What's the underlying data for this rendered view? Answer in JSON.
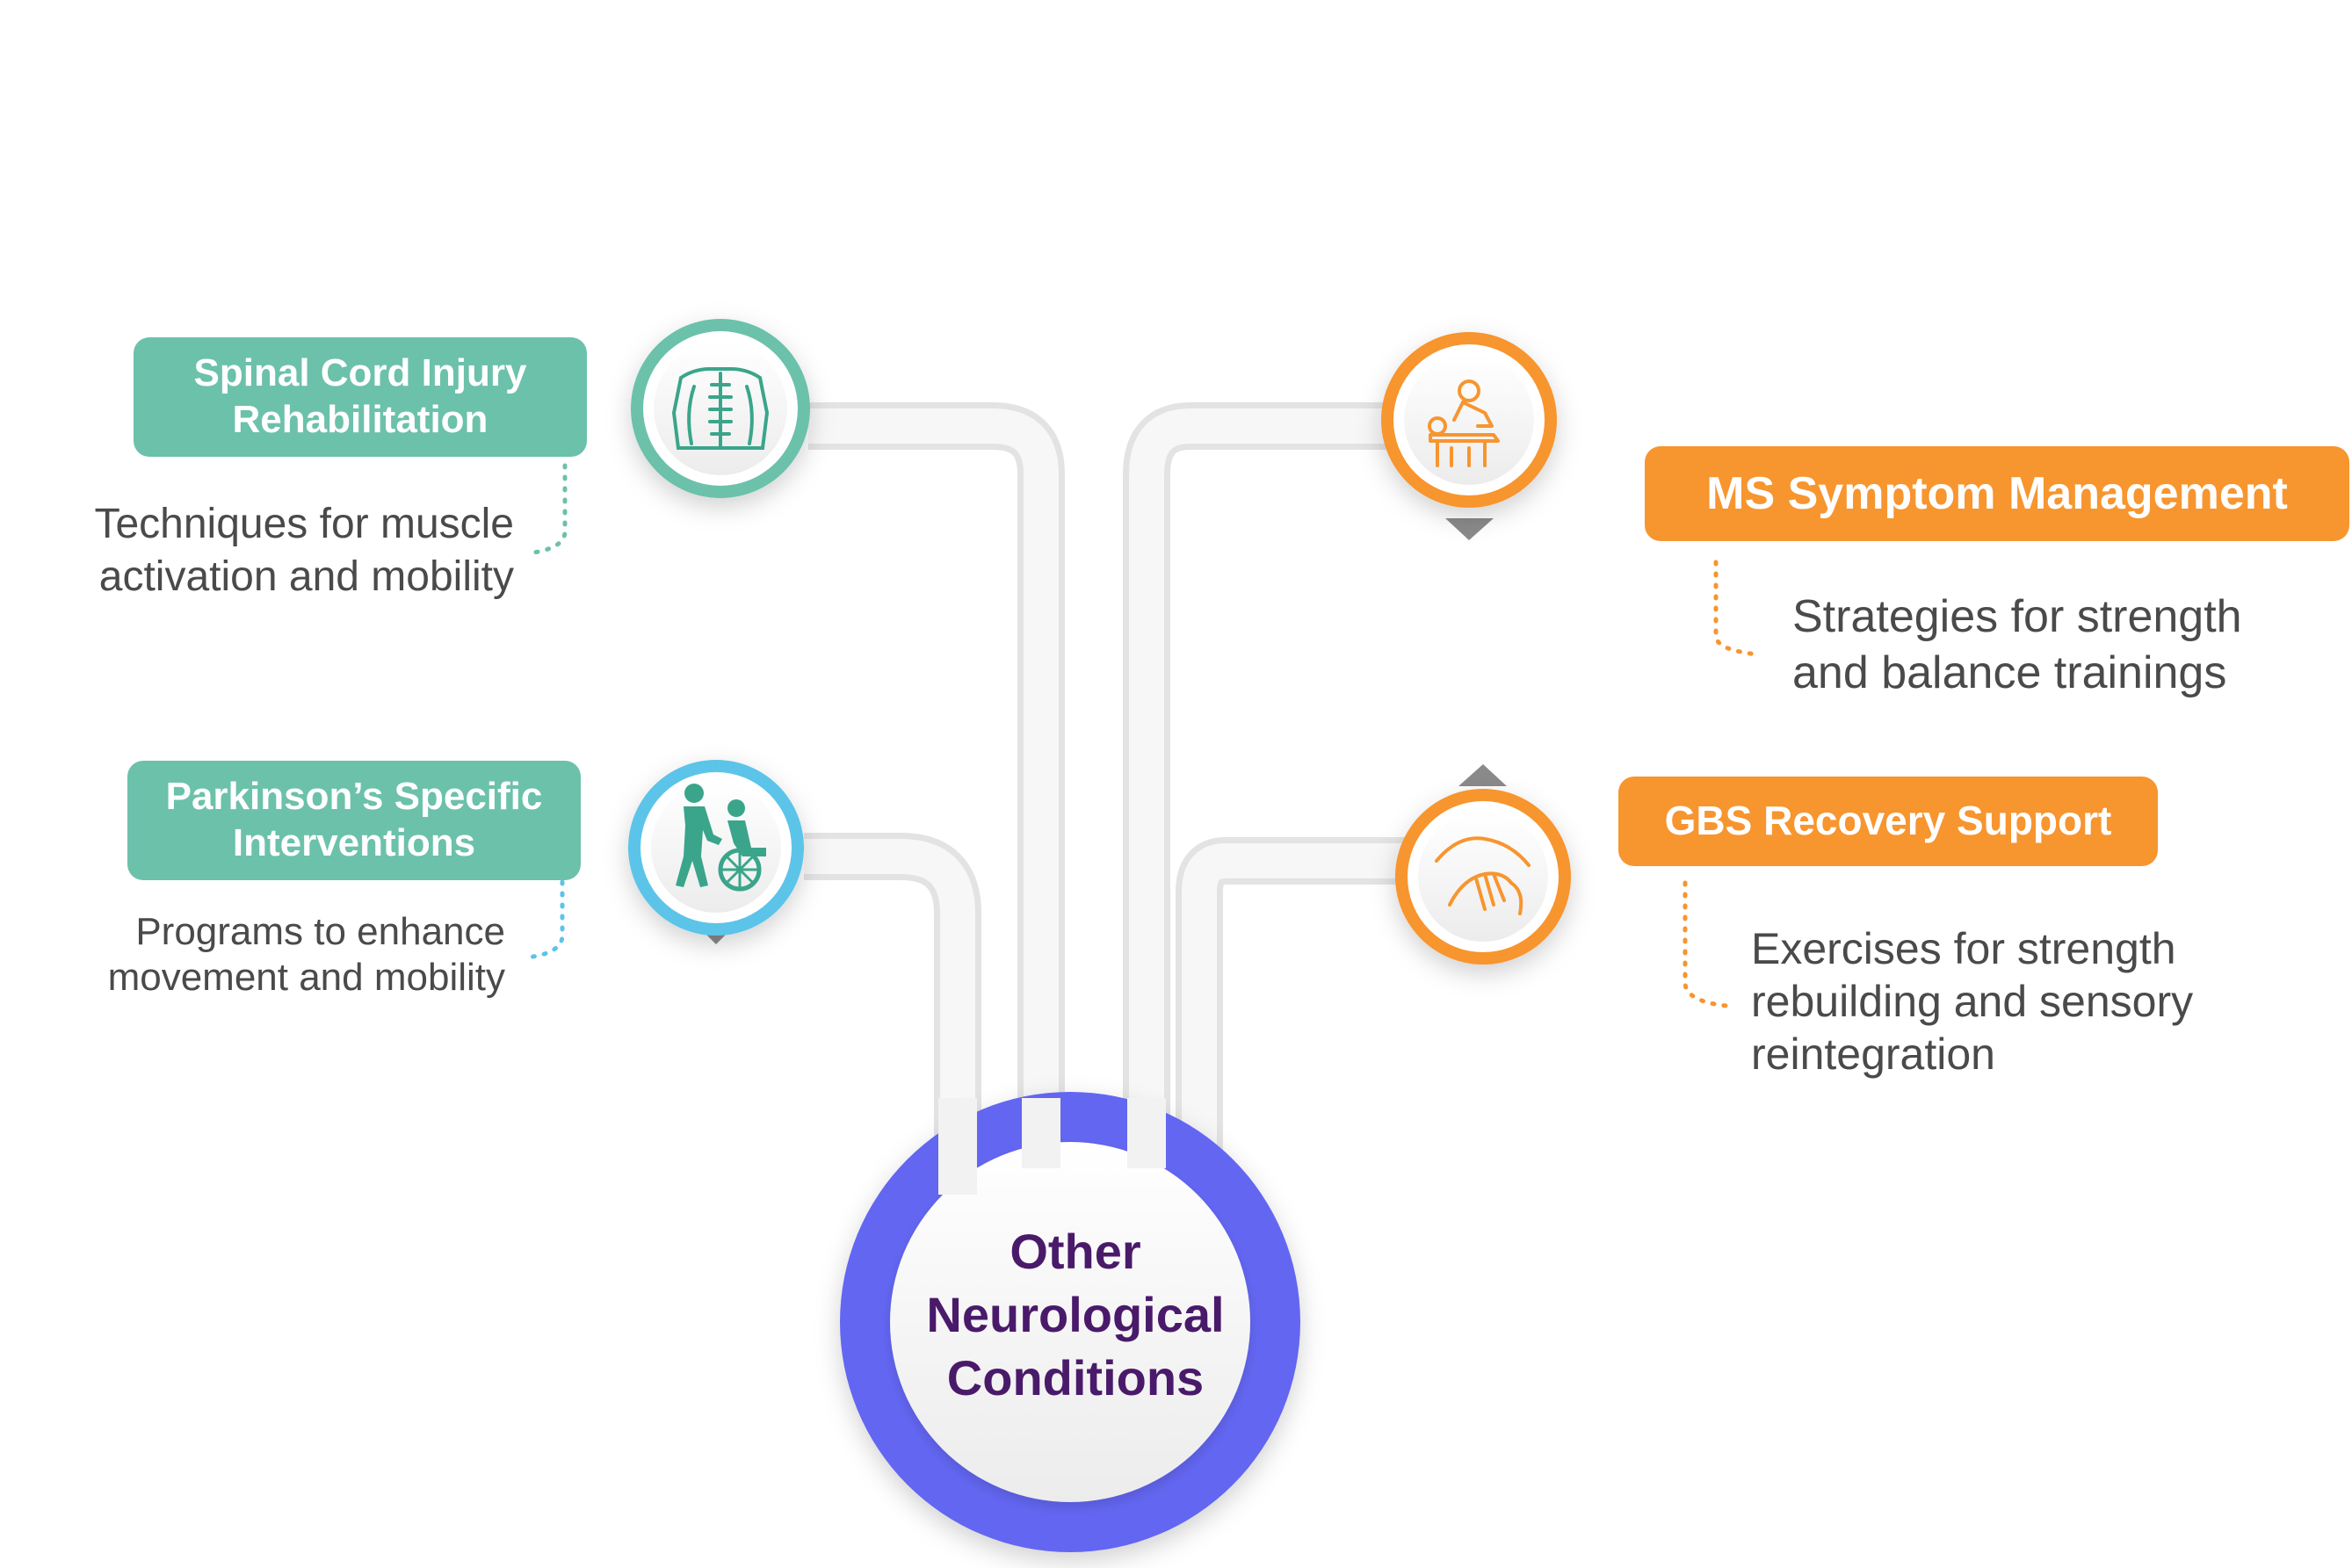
{
  "center": {
    "title_line1": "Other",
    "title_line2": "Neurological",
    "title_line3": "Conditions"
  },
  "colors": {
    "teal": "#6cc1ab",
    "orange": "#f7952f",
    "center_ring": "#6366f1",
    "center_text": "#4a1a6a",
    "body_text": "#4a4a4a",
    "connector": "#f0f0f0"
  },
  "nodes": {
    "spinal": {
      "title_line1": "Spinal Cord Injury",
      "title_line2": "Rehabilitation",
      "description_line1": "Techniques for muscle",
      "description_line2": "activation and mobility",
      "icon": "spine-icon"
    },
    "parkinsons": {
      "title_line1": "Parkinson’s Specific",
      "title_line2": "Interventions",
      "description_line1": "Programs to enhance",
      "description_line2": "movement and mobility",
      "icon": "wheelchair-assist-icon"
    },
    "ms": {
      "title": "MS Symptom Management",
      "description_line1": "Strategies for strength",
      "description_line2": "and balance trainings",
      "icon": "massage-therapy-icon"
    },
    "gbs": {
      "title": "GBS Recovery Support",
      "description_line1": "Exercises for strength",
      "description_line2": "rebuilding and sensory",
      "description_line3": "reintegration",
      "icon": "hand-massage-icon"
    }
  }
}
